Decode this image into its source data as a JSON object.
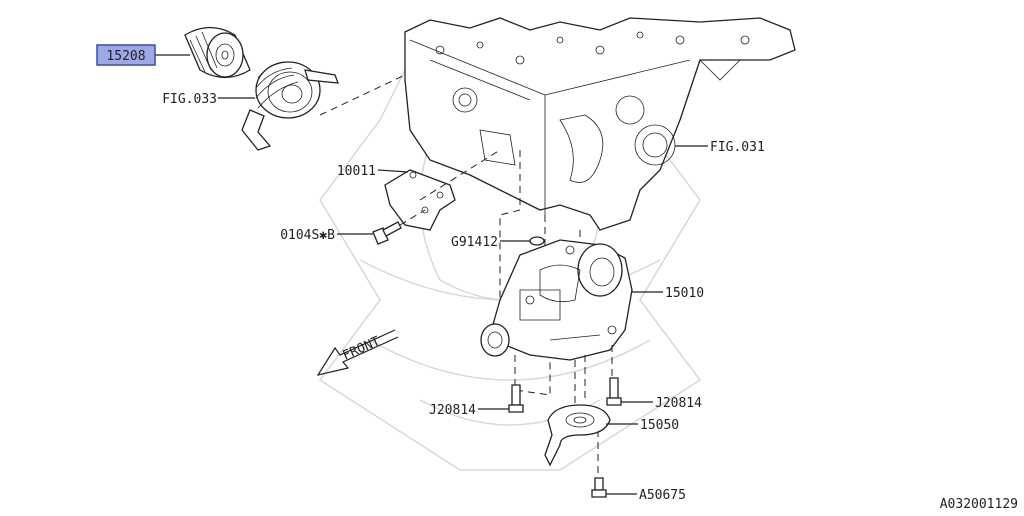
{
  "diagram": {
    "callouts": {
      "p15208": "15208",
      "fig033": "FIG.033",
      "fig031": "FIG.031",
      "p10011": "10011",
      "p0104": "0104S✱B",
      "g91412": "G91412",
      "p15010": "15010",
      "j20814_left": "J20814",
      "j20814_right": "J20814",
      "p15050": "15050",
      "a50675": "A50675"
    },
    "front_label": "FRONT",
    "drawing_id": "A032001129"
  },
  "colors": {
    "highlight_fill": "#9fa8e6",
    "highlight_stroke": "#3a4aa8",
    "line": "#222222",
    "watermark": "#d8d8d8"
  }
}
